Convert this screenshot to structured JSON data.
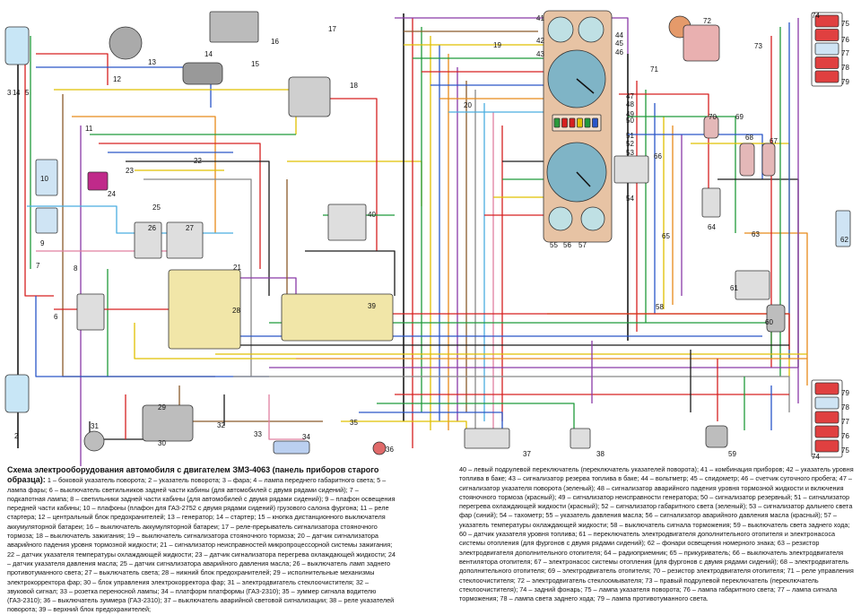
{
  "diagram": {
    "component_numbers": [
      "1",
      "2",
      "3",
      "4",
      "5",
      "6",
      "7",
      "8",
      "9",
      "10",
      "11",
      "12",
      "13",
      "14",
      "15",
      "16",
      "17",
      "18",
      "19",
      "20",
      "21",
      "22",
      "23",
      "24",
      "25",
      "26",
      "27",
      "28",
      "29",
      "30",
      "31",
      "32",
      "33",
      "34",
      "35",
      "36",
      "37",
      "38",
      "39",
      "40",
      "41",
      "42",
      "43",
      "44",
      "45",
      "46",
      "47",
      "48",
      "49",
      "50",
      "51",
      "52",
      "53",
      "54",
      "55",
      "56",
      "57",
      "58",
      "59",
      "60",
      "61",
      "62",
      "63",
      "64",
      "65",
      "66",
      "67",
      "68",
      "69",
      "70",
      "71",
      "72",
      "73",
      "74",
      "75",
      "76",
      "77",
      "78",
      "79"
    ],
    "wire_colors": {
      "red": "#d62020",
      "green": "#1f9a3a",
      "blue": "#2a56c8",
      "yellow": "#e0c000",
      "black": "#1a1a1a",
      "brown": "#8a5a2b",
      "orange": "#e88a1a",
      "violet": "#8a3aa8",
      "gray": "#888888",
      "pink": "#e080a0",
      "light_blue": "#4aaee0"
    }
  },
  "legend": {
    "title": "Схема электрооборудования автомобиля с двигателем ЗМЗ-4063 (панель приборов старого образца):",
    "left_text": "1 – боковой указатель поворота; 2 – указатель поворота; 3 – фара; 4 – лампа переднего габаритного света; 5 – лампа фары; 6 – выключатель светильников задней части кабины (для автомобилей с двумя рядами сидений); 7 – подкапотная лампа; 8 – светильники задней части кабины (для автомобилей с двумя рядами сидений); 9 – плафон освещения передней части кабины; 10 – плафоны (плафон для ГАЗ-2752 с двумя рядами сидений) грузового салона фургона; 11 – реле стартера; 12 – центральный блок предохранителей; 13 – генератор; 14 – стартер; 15 – кнопка дистанционного выключателя аккумуляторной батареи; 16 – выключатель аккумуляторной батареи; 17 – реле-прерыватель сигнализатора стояночного тормоза; 18 – выключатель зажигания; 19 – выключатель сигнализатора стояночного тормоза; 20 – датчик сигнализатора аварийного падения уровня тормозной жидкости; 21 – сигнализатор неисправностей микропроцессорной системы зажигания; 22 – датчик указателя температуры охлаждающей жидкости; 23 – датчик сигнализатора перегрева охлаждающей жидкости; 24 – датчик указателя давления масла; 25 – датчик сигнализатора аварийного давления масла; 26 – выключатель ламп заднего противотуманного света; 27 – выключатель света; 28 – нижний блок предохранителей; 29 – исполнительные механизмы электрокорректора фар; 30 – блок управления электрокорректора фар; 31 – электродвигатель стеклоочистителя; 32 – звуковой сигнал; 33 – розетка переносной лампы; 34 – платформ платформы (ГАЗ-2310); 35 – зуммер сигнала водителю (ГАЗ-2310); 36 – выключатель зуммера (ГАЗ-2310); 37 – выключатель аварийной световой сигнализации; 38 – реле указателей поворота; 39 – верхний блок предохранителей;",
    "right_text": "40 – левый подрулевой переключатель (переключатель указателей поворота); 41 – комбинация приборов; 42 – указатель уровня топлива в баке; 43 – сигнализатор резерва топлива в баке; 44 – вольтметр; 45 – спидометр; 46 – счетчик суточного пробега; 47 – сигнализатор указателя поворота (зеленый); 48 – сигнализатор аварийного падения уровня тормозной жидкости и включения стояночного тормоза (красный); 49 – сигнализатор неисправности генератора; 50 – сигнализатор резервный; 51 – сигнализатор перегрева охлаждающей жидкости (красный); 52 – сигнализатор габаритного света (зеленый); 53 – сигнализатор дальнего света фар (синий); 54 – тахометр; 55 – указатель давления масла; 56 – сигнализатор аварийного давления масла (красный); 57 – указатель температуры охлаждающей жидкости; 58 – выключатель сигнала торможения; 59 – выключатель света заднего хода; 60 – датчик указателя уровня топлива; 61 – переключатель электродвигателя дополнительного отопителя и электронасоса системы отопления (для фургонов с двумя рядами сидений); 62 – фонари освещения номерного знака; 63 – резистор электродвигателя дополнительного отопителя; 64 – радиоприемник; 65 – прикуриватель; 66 – выключатель электродвигателя вентилятора отопителя; 67 – электронасос системы отопления (для фургонов с двумя рядами сидений); 68 – электродвигатель дополнительного отопителя; 69 – электродвигатель отопителя; 70 – резистор электродвигателя отопителя; 71 – реле управления стеклоочистителя; 72 – электродвигатель стеклоомывателя; 73 – правый подрулевой переключатель (переключатель стеклоочистителя); 74 – задний фонарь; 75 – лампа указателя поворота; 76 – лампа габаритного света; 77 – лампа сигнала торможения; 78 – лампа света заднего хода; 79 – лампа противотуманного света."
  }
}
